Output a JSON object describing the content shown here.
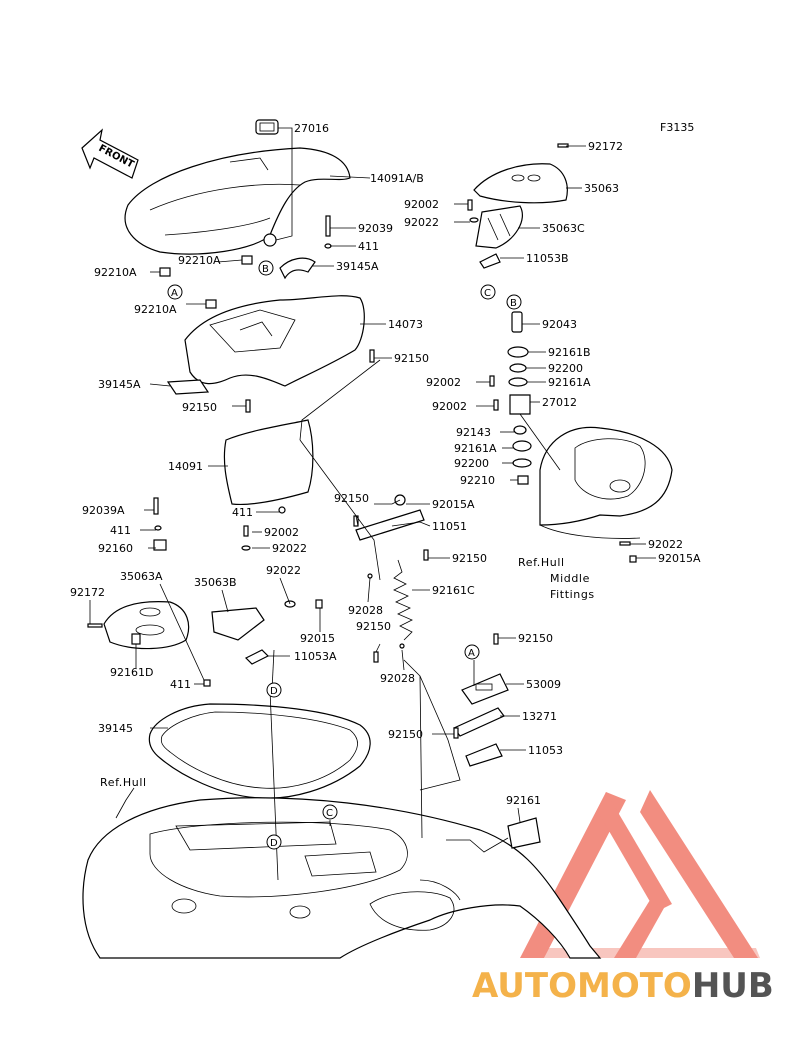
{
  "figure_code": "F3135",
  "front_label": "FRONT",
  "ref_hull_middle": [
    "Ref.Hull",
    "Middle",
    "Fittings"
  ],
  "ref_hull": "Ref.Hull",
  "callouts": [
    "A",
    "B",
    "C",
    "D"
  ],
  "parts": [
    "27016",
    "14091A/B",
    "92039",
    "411",
    "39145A",
    "92210A",
    "92210A",
    "92210A",
    "14073",
    "92150",
    "39145A",
    "92150",
    "14091",
    "411",
    "92002",
    "92022",
    "92039A",
    "411",
    "92160",
    "35063A",
    "35063B",
    "92022",
    "92172",
    "92015",
    "11053A",
    "92161D",
    "411",
    "92172",
    "35063",
    "92002",
    "92022",
    "35063C",
    "11053B",
    "92043",
    "92161B",
    "92200",
    "92161A",
    "92002",
    "92002",
    "27012",
    "92143",
    "92161A",
    "92200",
    "92210",
    "92022",
    "92015A",
    "92150",
    "92015A",
    "11051",
    "92150",
    "92161C",
    "92028",
    "92150",
    "92028",
    "92150",
    "53009",
    "13271",
    "92150",
    "11053",
    "39145",
    "92161"
  ],
  "watermark": {
    "auto": "AUTO",
    "moto": "MOTO",
    "hub": "HUB"
  },
  "colors": {
    "ink": "#000000",
    "wm_red": "#f07a6a",
    "wm_orange": "#f4b24a",
    "wm_gray": "#545454"
  }
}
